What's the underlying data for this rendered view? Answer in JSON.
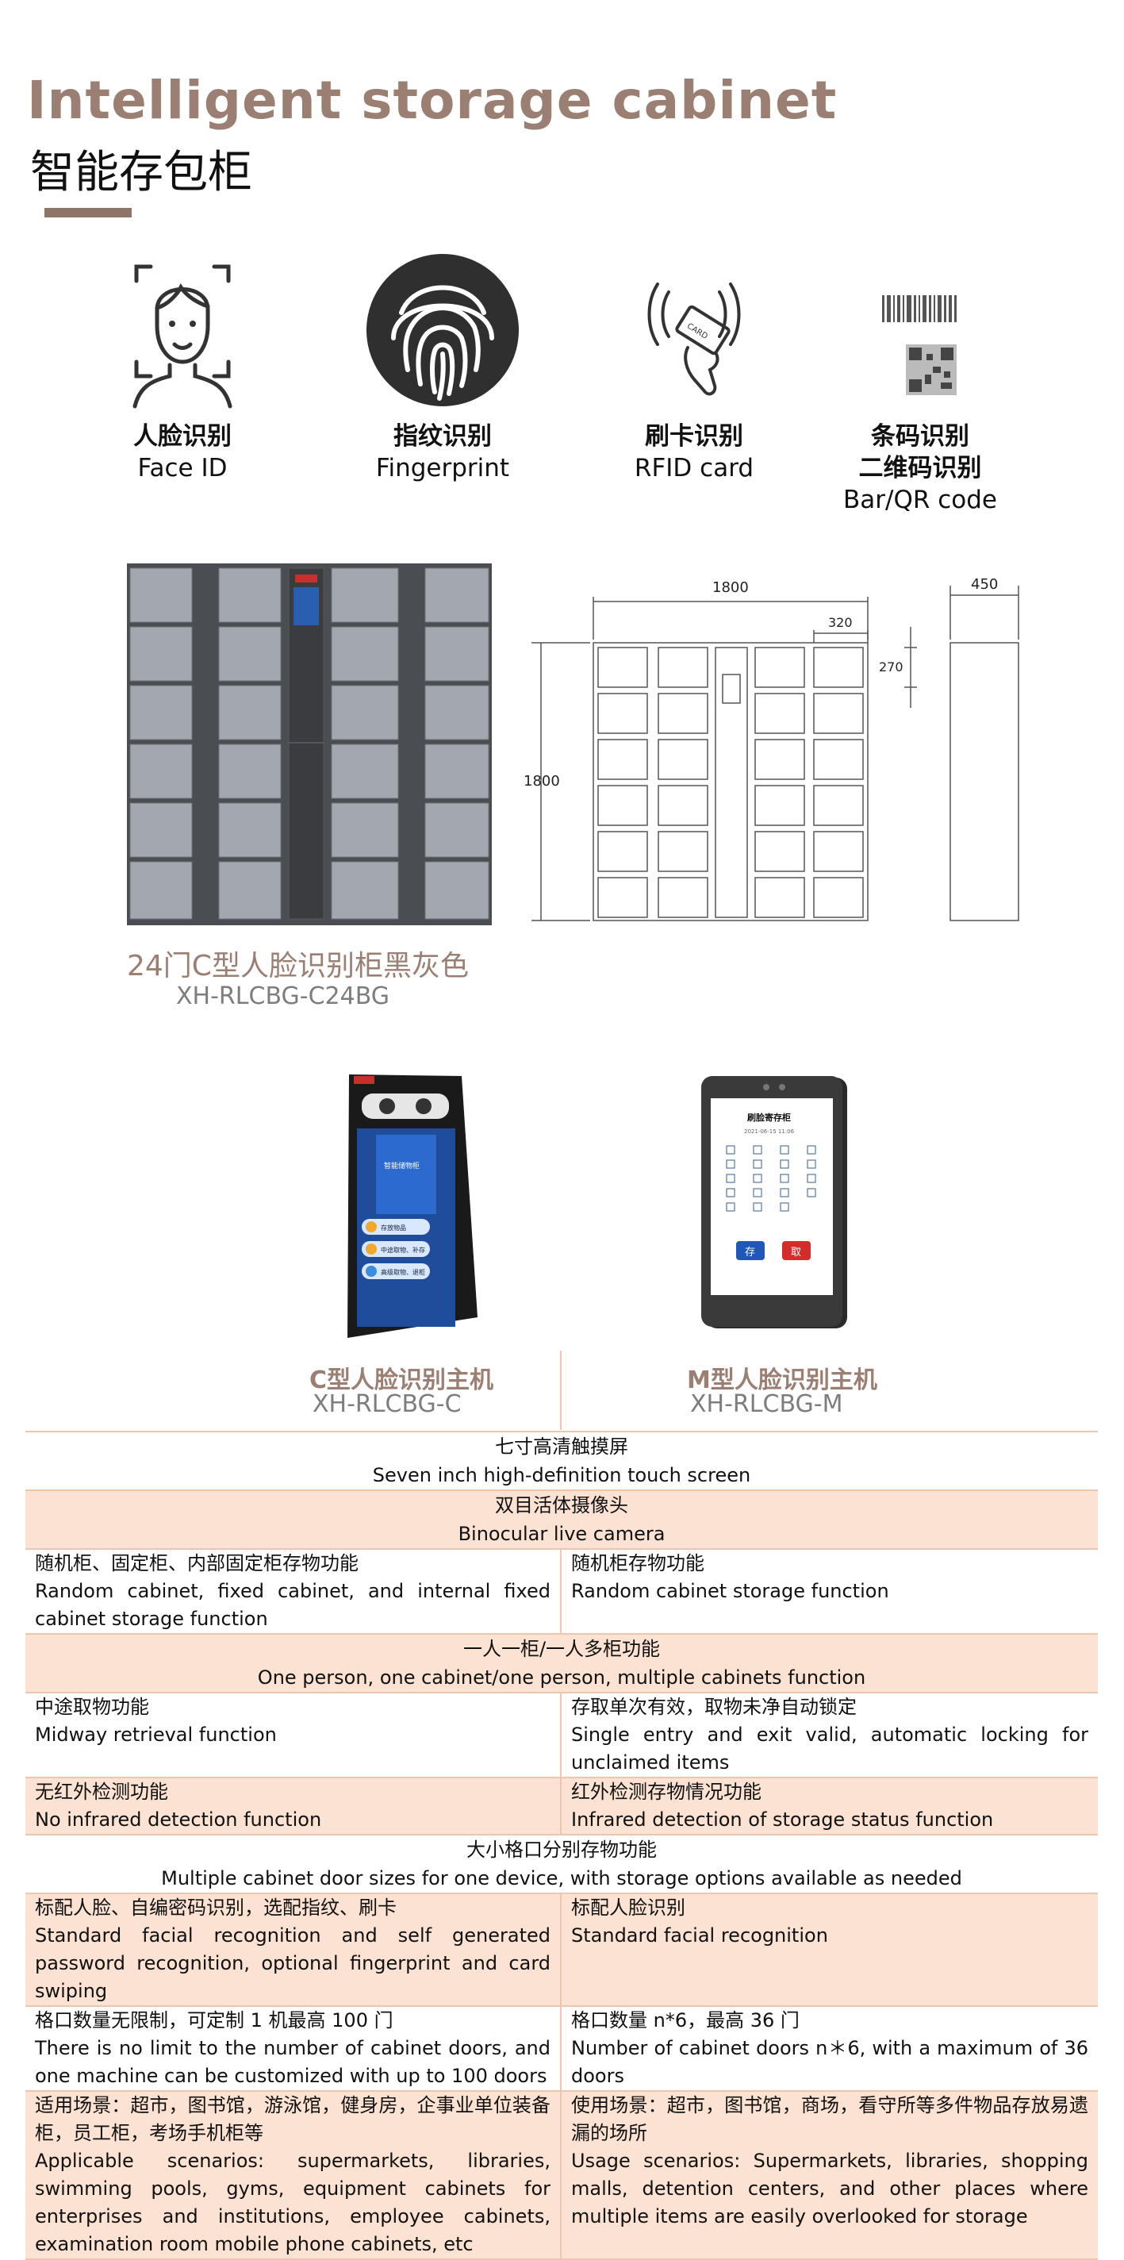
{
  "header": {
    "title_en": "Intelligent storage cabinet",
    "title_cn": "智能存包柜"
  },
  "features": [
    {
      "cn": "人脸识别",
      "en": "Face ID",
      "icon": "face-id-icon"
    },
    {
      "cn": "指纹识别",
      "en": "Fingerprint",
      "icon": "fingerprint-icon"
    },
    {
      "cn": "刷卡识别",
      "en": "RFID card",
      "icon": "rfid-card-icon"
    },
    {
      "cn": "条码识别",
      "cn2": "二维码识别",
      "en": "Bar/QR code",
      "icon": "barcode-qr-icon"
    }
  ],
  "cabinet": {
    "name_cn": "24门C型人脸识别柜黑灰色",
    "model": "XH-RLCBG-C24BG",
    "color_body": "#4a4d52",
    "color_door": "#a3a8b0"
  },
  "drawing": {
    "width": "1800",
    "door_width": "320",
    "door_height": "270",
    "height": "1800",
    "depth": "450"
  },
  "hosts": [
    {
      "cn": "C型人脸识别主机",
      "en": "XH-RLCBG-C"
    },
    {
      "cn": "M型人脸识别主机",
      "en": "XH-RLCBG-M"
    }
  ],
  "screen_m": {
    "title": "刷脸寄存柜",
    "date": "2021-06-15 11:06",
    "btn_store": "存",
    "btn_take": "取"
  },
  "screen_c": {
    "title": "智能储物柜",
    "items": [
      "存放物品",
      "中途取物、补存",
      "高级取物、退柜"
    ]
  },
  "specs": [
    {
      "type": "full",
      "shade": false,
      "lines": [
        "七寸高清触摸屏",
        "Seven inch high-definition touch screen"
      ]
    },
    {
      "type": "full",
      "shade": true,
      "lines": [
        "双目活体摄像头",
        "Binocular live camera"
      ]
    },
    {
      "type": "split",
      "shade": false,
      "left": [
        "随机柜、固定柜、内部固定柜存物功能",
        "Random cabinet, fixed cabinet, and internal fixed cabinet storage function"
      ],
      "right": [
        "随机柜存物功能",
        "Random cabinet storage function"
      ]
    },
    {
      "type": "full",
      "shade": true,
      "lines": [
        "一人一柜/一人多柜功能",
        "One person, one cabinet/one person, multiple cabinets function"
      ]
    },
    {
      "type": "split",
      "shade": false,
      "left": [
        "中途取物功能",
        "Midway retrieval function"
      ],
      "right": [
        "存取单次有效，取物未净自动锁定",
        "Single entry and exit valid, automatic locking for unclaimed items"
      ]
    },
    {
      "type": "split",
      "shade": true,
      "left": [
        "无红外检测功能",
        "No infrared detection function"
      ],
      "right": [
        "红外检测存物情况功能",
        "Infrared detection of storage status function"
      ]
    },
    {
      "type": "full",
      "shade": false,
      "lines": [
        "大小格口分别存物功能",
        "Multiple cabinet door sizes for one device, with storage options available as needed"
      ]
    },
    {
      "type": "split",
      "shade": true,
      "left": [
        "标配人脸、自编密码识别，选配指纹、刷卡",
        "Standard facial recognition and self generated password recognition, optional fingerprint and card swiping"
      ],
      "right": [
        "标配人脸识别",
        "Standard facial recognition"
      ]
    },
    {
      "type": "split",
      "shade": false,
      "left": [
        "格口数量无限制，可定制 1 机最高 100 门",
        "There is no limit to the number of cabinet doors, and one machine can be customized with up to 100 doors"
      ],
      "right": [
        "格口数量 n*6，最高 36 门",
        "Number of cabinet doors n＊6, with a maximum of 36 doors"
      ]
    },
    {
      "type": "split",
      "shade": true,
      "left": [
        "适用场景：超市，图书馆，游泳馆，健身房，企事业单位装备柜，员工柜，考场手机柜等",
        "Applicable scenarios: supermarkets, libraries, swimming pools, gyms, equipment cabinets for enterprises and institutions, employee cabinets, examination room mobile phone cabinets, etc"
      ],
      "right": [
        "使用场景：超市，图书馆，商场，看守所等多件物品存放易遗漏的场所",
        "Usage scenarios: Supermarkets, libraries, shopping malls, detention centers, and other places where multiple items are easily overlooked for storage"
      ]
    }
  ]
}
